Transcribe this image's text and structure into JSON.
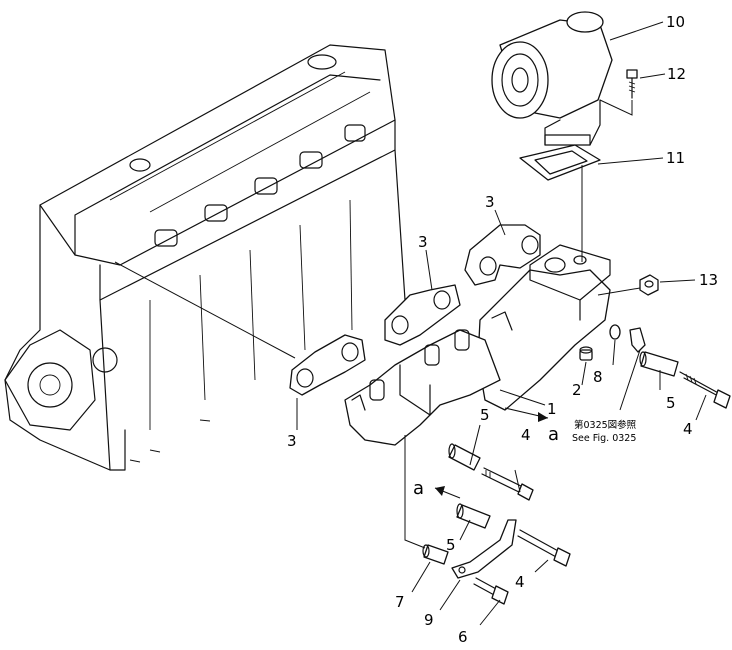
{
  "callouts": [
    "1",
    "2",
    "3",
    "3",
    "3",
    "4",
    "4",
    "4",
    "5",
    "5",
    "5",
    "6",
    "7",
    "8",
    "9",
    "10",
    "11",
    "12",
    "13"
  ],
  "arrow_markers": [
    "a",
    "a"
  ],
  "reference_note": {
    "line1": "第0325図参照",
    "line2": "See Fig. 0325"
  },
  "colors": {
    "ink": "#111111",
    "paper": "#ffffff"
  }
}
